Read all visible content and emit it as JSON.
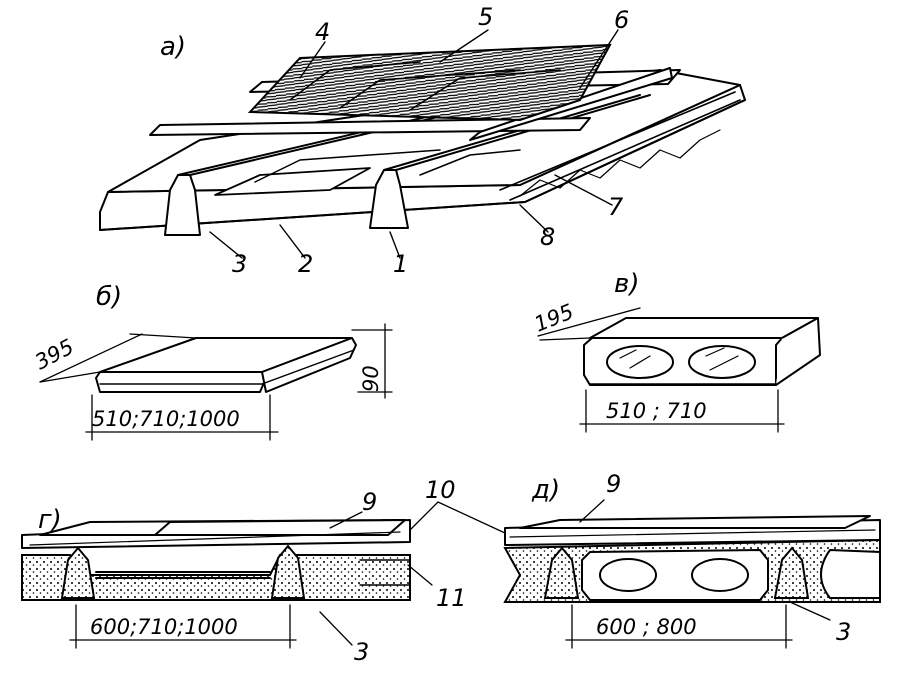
{
  "section_labels": {
    "a": "а)",
    "b": "б)",
    "v": "в)",
    "g": "г)",
    "d": "д)"
  },
  "callouts": {
    "n1": "1",
    "n2": "2",
    "n3": "3",
    "n4": "4",
    "n5": "5",
    "n6": "6",
    "n7": "7",
    "n8": "8",
    "n9": "9",
    "n10": "10",
    "n11": "11"
  },
  "dimensions": {
    "b_width": "395",
    "b_height": "90",
    "b_length": "510;710;1000",
    "v_width": "195",
    "v_length": "510 ; 710",
    "g_span": "600;710;1000",
    "d_span": "600 ; 800"
  }
}
